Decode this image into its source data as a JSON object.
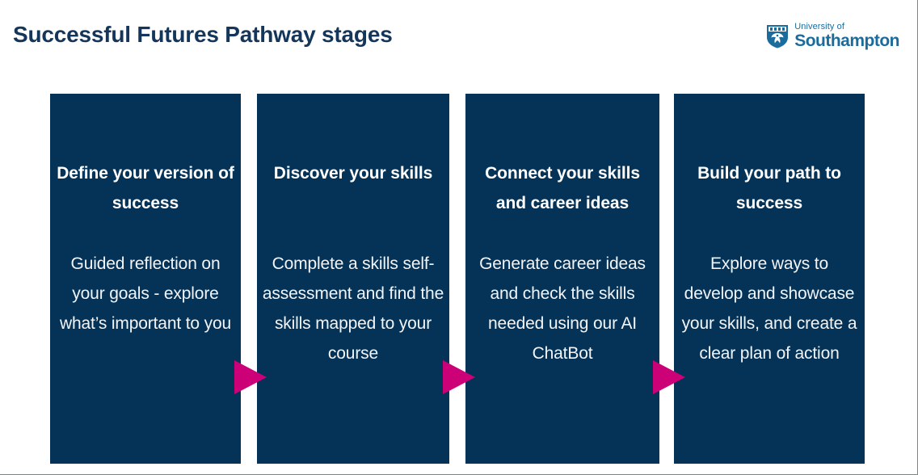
{
  "header": {
    "title": "Successful Futures Pathway stages",
    "logo": {
      "crest_icon": "university-crest-icon",
      "line1": "University of",
      "line2": "Southampton",
      "color": "#1a6c9c"
    }
  },
  "colors": {
    "panel_background": "#053358",
    "title_text": "#14365a",
    "arrow": "#cc0077",
    "panel_text": "#ffffff",
    "page_background": "#ffffff"
  },
  "stages": [
    {
      "heading": "Define your version of success",
      "body": "Guided reflection on your goals - explore what’s important to you"
    },
    {
      "heading": "Discover your skills",
      "body": "Complete a skills self-assessment and find the skills mapped to your course"
    },
    {
      "heading": "Connect your skills and career ideas",
      "body": "Generate career ideas and check the skills needed using our AI ChatBot"
    },
    {
      "heading": "Build your path to success",
      "body": "Explore ways to develop and showcase your skills, and create a clear plan of action"
    }
  ],
  "arrows": [
    {
      "name": "arrow-stage-1-to-2"
    },
    {
      "name": "arrow-stage-2-to-3"
    },
    {
      "name": "arrow-stage-3-to-4"
    }
  ]
}
